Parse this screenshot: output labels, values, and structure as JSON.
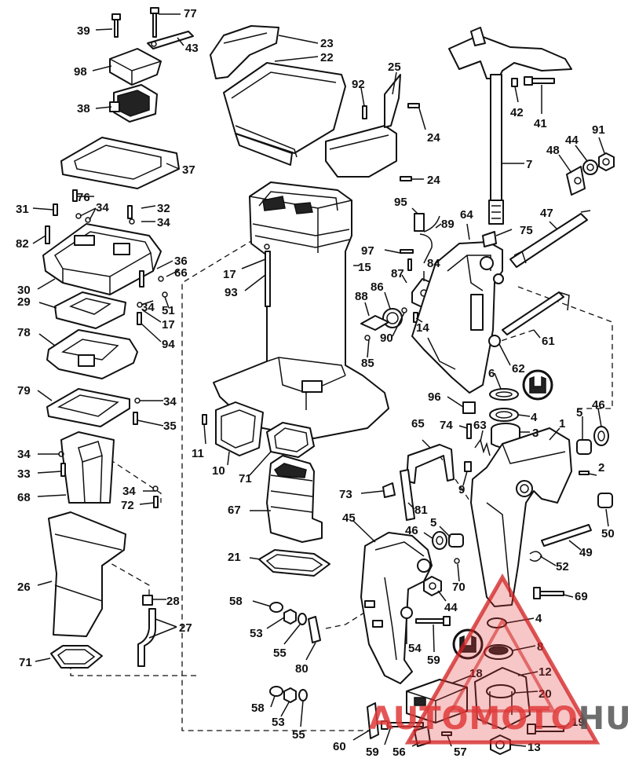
{
  "diagram": {
    "callouts": [
      {
        "id": "39",
        "text": "39"
      },
      {
        "id": "77",
        "text": "77"
      },
      {
        "id": "43",
        "text": "43"
      },
      {
        "id": "98",
        "text": "98"
      },
      {
        "id": "38",
        "text": "38"
      },
      {
        "id": "37",
        "text": "37"
      },
      {
        "id": "23",
        "text": "23"
      },
      {
        "id": "22",
        "text": "22"
      },
      {
        "id": "25",
        "text": "25"
      },
      {
        "id": "92",
        "text": "92"
      },
      {
        "id": "24a",
        "text": "24"
      },
      {
        "id": "24b",
        "text": "24"
      },
      {
        "id": "42",
        "text": "42"
      },
      {
        "id": "41",
        "text": "41"
      },
      {
        "id": "91",
        "text": "91"
      },
      {
        "id": "44a",
        "text": "44"
      },
      {
        "id": "48",
        "text": "48"
      },
      {
        "id": "7",
        "text": "7"
      },
      {
        "id": "31",
        "text": "31"
      },
      {
        "id": "76",
        "text": "76"
      },
      {
        "id": "34a",
        "text": "34"
      },
      {
        "id": "32",
        "text": "32"
      },
      {
        "id": "34b",
        "text": "34"
      },
      {
        "id": "82",
        "text": "82"
      },
      {
        "id": "95",
        "text": "95"
      },
      {
        "id": "89",
        "text": "89"
      },
      {
        "id": "64",
        "text": "64"
      },
      {
        "id": "47",
        "text": "47"
      },
      {
        "id": "75",
        "text": "75"
      },
      {
        "id": "30",
        "text": "30"
      },
      {
        "id": "36",
        "text": "36"
      },
      {
        "id": "66",
        "text": "66"
      },
      {
        "id": "17a",
        "text": "17"
      },
      {
        "id": "93",
        "text": "93"
      },
      {
        "id": "97",
        "text": "97"
      },
      {
        "id": "15",
        "text": "15"
      },
      {
        "id": "84",
        "text": "84"
      },
      {
        "id": "87",
        "text": "87"
      },
      {
        "id": "29",
        "text": "29"
      },
      {
        "id": "34c",
        "text": "34"
      },
      {
        "id": "51",
        "text": "51"
      },
      {
        "id": "17b",
        "text": "17"
      },
      {
        "id": "94",
        "text": "94"
      },
      {
        "id": "86",
        "text": "86"
      },
      {
        "id": "88",
        "text": "88"
      },
      {
        "id": "14",
        "text": "14"
      },
      {
        "id": "90",
        "text": "90"
      },
      {
        "id": "61",
        "text": "61"
      },
      {
        "id": "78",
        "text": "78"
      },
      {
        "id": "85",
        "text": "85"
      },
      {
        "id": "62",
        "text": "62"
      },
      {
        "id": "6",
        "text": "6"
      },
      {
        "id": "79",
        "text": "79"
      },
      {
        "id": "34d",
        "text": "34"
      },
      {
        "id": "35",
        "text": "35"
      },
      {
        "id": "96",
        "text": "96"
      },
      {
        "id": "11",
        "text": "11"
      },
      {
        "id": "4a",
        "text": "4"
      },
      {
        "id": "74",
        "text": "74"
      },
      {
        "id": "63",
        "text": "63"
      },
      {
        "id": "3",
        "text": "3"
      },
      {
        "id": "5a",
        "text": "5"
      },
      {
        "id": "46a",
        "text": "46"
      },
      {
        "id": "1",
        "text": "1"
      },
      {
        "id": "65",
        "text": "65"
      },
      {
        "id": "34e",
        "text": "34"
      },
      {
        "id": "33",
        "text": "33"
      },
      {
        "id": "10",
        "text": "10"
      },
      {
        "id": "71a",
        "text": "71"
      },
      {
        "id": "2",
        "text": "2"
      },
      {
        "id": "68",
        "text": "68"
      },
      {
        "id": "73",
        "text": "73"
      },
      {
        "id": "9",
        "text": "9"
      },
      {
        "id": "34f",
        "text": "34"
      },
      {
        "id": "72",
        "text": "72"
      },
      {
        "id": "81",
        "text": "81"
      },
      {
        "id": "67",
        "text": "67"
      },
      {
        "id": "50",
        "text": "50"
      },
      {
        "id": "45",
        "text": "45"
      },
      {
        "id": "46b",
        "text": "46"
      },
      {
        "id": "5b",
        "text": "5"
      },
      {
        "id": "49",
        "text": "49"
      },
      {
        "id": "26",
        "text": "26"
      },
      {
        "id": "21",
        "text": "21"
      },
      {
        "id": "52",
        "text": "52"
      },
      {
        "id": "70",
        "text": "70"
      },
      {
        "id": "28",
        "text": "28"
      },
      {
        "id": "58a",
        "text": "58"
      },
      {
        "id": "69",
        "text": "69"
      },
      {
        "id": "44b",
        "text": "44"
      },
      {
        "id": "53a",
        "text": "53"
      },
      {
        "id": "27",
        "text": "27"
      },
      {
        "id": "55a",
        "text": "55"
      },
      {
        "id": "4b",
        "text": "4"
      },
      {
        "id": "54",
        "text": "54"
      },
      {
        "id": "8",
        "text": "8"
      },
      {
        "id": "59a",
        "text": "59"
      },
      {
        "id": "71b",
        "text": "71"
      },
      {
        "id": "80",
        "text": "80"
      },
      {
        "id": "18",
        "text": "18"
      },
      {
        "id": "12",
        "text": "12"
      },
      {
        "id": "58b",
        "text": "58"
      },
      {
        "id": "53b",
        "text": "53"
      },
      {
        "id": "20",
        "text": "20"
      },
      {
        "id": "19",
        "text": "19"
      },
      {
        "id": "55b",
        "text": "55"
      },
      {
        "id": "60",
        "text": "60"
      },
      {
        "id": "59b",
        "text": "59"
      },
      {
        "id": "56",
        "text": "56"
      },
      {
        "id": "57",
        "text": "57"
      },
      {
        "id": "13",
        "text": "13"
      }
    ]
  },
  "watermark": {
    "brand_part1": "AUTO",
    "brand_part2": "MOTO",
    "brand_part3": "HUB",
    "color_primary": "#e03a3a",
    "color_secondary": "#444444"
  }
}
